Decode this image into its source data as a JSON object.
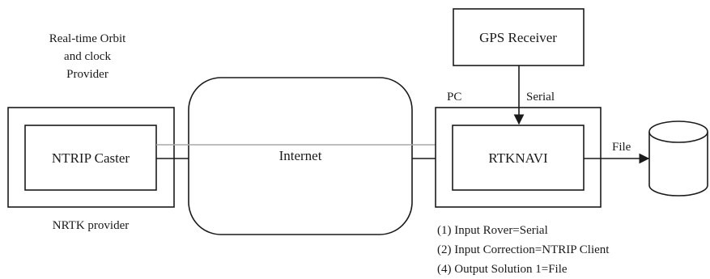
{
  "provider": {
    "title_lines": [
      "Real-time Orbit",
      "and clock",
      "Provider"
    ],
    "caster_label": "NTRIP Caster",
    "footer_label": "NRTK provider"
  },
  "network": {
    "label": "Internet"
  },
  "pc": {
    "label": "PC",
    "app_label": "RTKNAVI"
  },
  "gps": {
    "label": "GPS Receiver",
    "link_label": "Serial"
  },
  "output": {
    "link_label": "File"
  },
  "settings": [
    "(1) Input Rover=Serial",
    "(2) Input Correction=NTRIP Client",
    "(4) Output Solution 1=File"
  ],
  "colors": {
    "stroke": "#1a1a1a",
    "flow_arrow": "#a8a8a8"
  }
}
